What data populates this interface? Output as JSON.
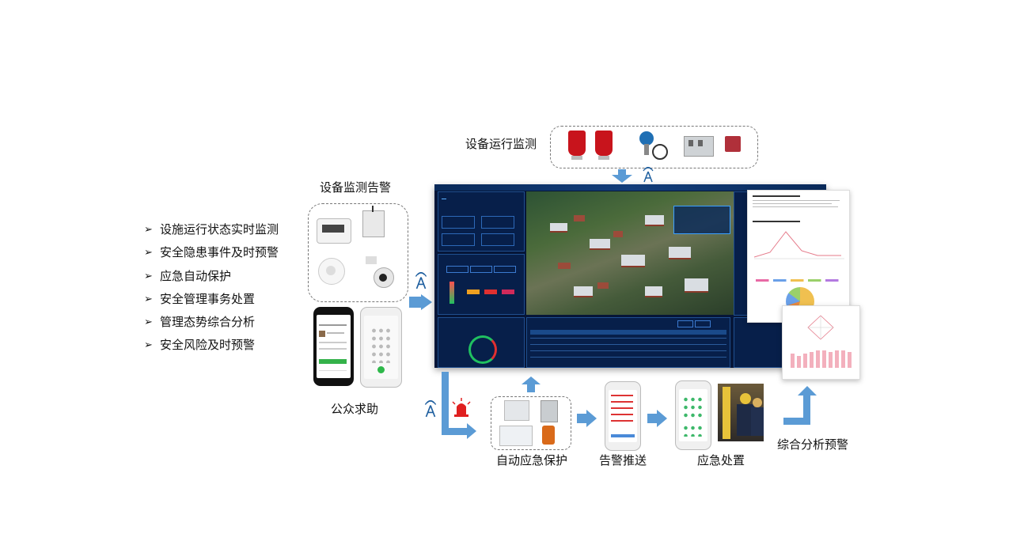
{
  "labels": {
    "device_run_monitor": "设备运行监测",
    "device_monitor_alarm": "设备监测告警",
    "public_help": "公众求助",
    "auto_emergency": "自动应急保护",
    "alarm_push": "告警推送",
    "emergency_handling": "应急处置",
    "comprehensive_analysis": "综合分析预警"
  },
  "features": [
    "设施运行状态实时监测",
    "安全隐患事件及时预警",
    "应急自动保护",
    "安全管理事务处置",
    "管理态势综合分析",
    "安全风险及时预警"
  ],
  "colors": {
    "arrow": "#5b9bd5",
    "dashboard_bg": "#061638",
    "alarm_red": "#e02020",
    "signal_blue": "#1f5f9f"
  },
  "icons": [
    "chevron-right-icon",
    "signal-tower-icon",
    "alarm-light-icon"
  ]
}
